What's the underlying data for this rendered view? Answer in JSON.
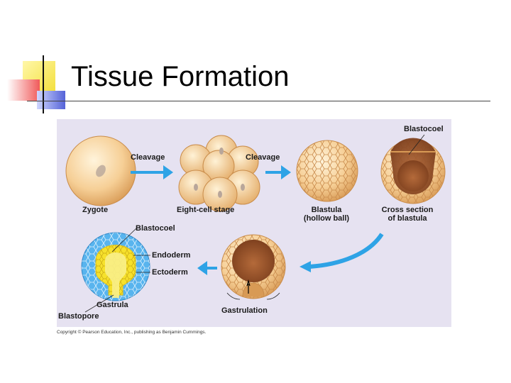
{
  "slide": {
    "title": "Tissue Formation"
  },
  "figure": {
    "labels": {
      "cleavage_1": "Cleavage",
      "cleavage_2": "Cleavage",
      "blastocoel_top": "Blastocoel",
      "zygote": "Zygote",
      "eight_cell": "Eight-cell stage",
      "blastula_line1": "Blastula",
      "blastula_line2": "(hollow ball)",
      "cross_section_line1": "Cross section",
      "cross_section_line2": "of blastula",
      "blastocoel_bottom": "Blastocoel",
      "endoderm": "Endoderm",
      "ectoderm": "Ectoderm",
      "gastrula": "Gastrula",
      "blastopore": "Blastopore",
      "gastrulation": "Gastrulation"
    },
    "colors": {
      "background": "#e6e2f1",
      "arrow": "#2ea3e6",
      "egg": "#f3c98f",
      "endoderm": "#f6e12c",
      "ectoderm": "#58b4ee"
    }
  },
  "copyright": "Copyright © Pearson Education, Inc., publishing as Benjamin Cummings."
}
